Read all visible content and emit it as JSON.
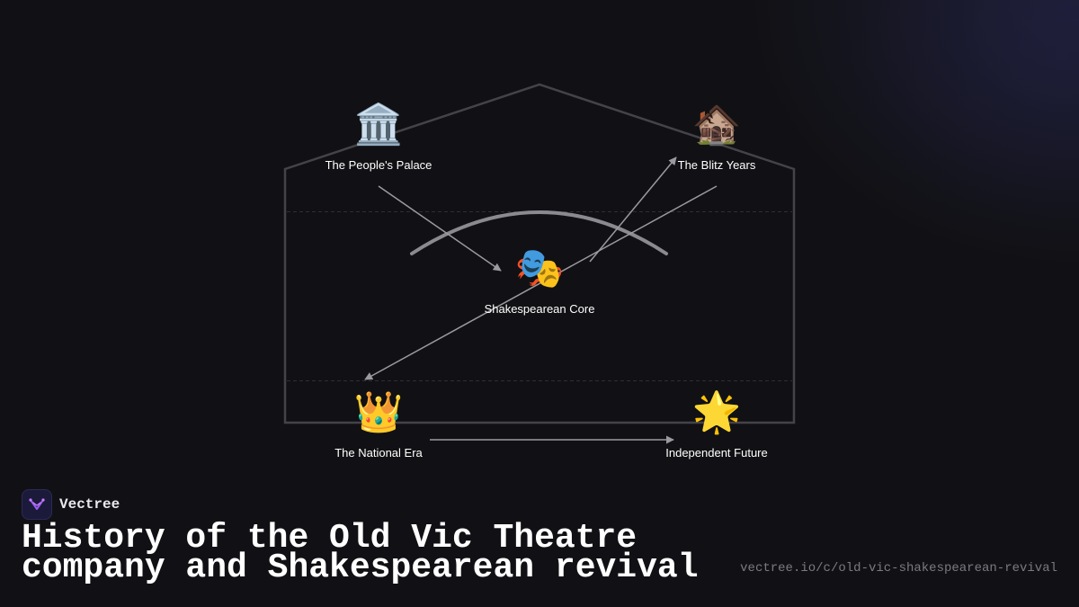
{
  "brand": {
    "name": "Vectree"
  },
  "title_lines": [
    "History of the Old Vic Theatre",
    "company and Shakespearean revival"
  ],
  "url": "vectree.io/c/old-vic-shakespearean-revival",
  "colors": {
    "background": "#111115",
    "house_outline": "#444448",
    "arrow": "#9a9aa0",
    "arc": "#8a8a90",
    "logo_accent": "#9b5cf5"
  },
  "nodes": {
    "palace": {
      "label": "The People's Palace",
      "icon": "classical-building-icon",
      "glyph": "🏛️"
    },
    "blitz": {
      "label": "The Blitz Years",
      "icon": "derelict-house-icon",
      "glyph": "🏚️"
    },
    "core": {
      "label": "Shakespearean Core",
      "icon": "performing-arts-icon",
      "glyph": "🎭"
    },
    "national": {
      "label": "The National Era",
      "icon": "crown-icon",
      "glyph": "👑"
    },
    "future": {
      "label": "Independent Future",
      "icon": "glowing-star-icon",
      "glyph": "🌟"
    }
  },
  "edges": [
    {
      "from": "palace",
      "to": "core"
    },
    {
      "from": "core",
      "to": "blitz"
    },
    {
      "from": "blitz",
      "to": "national"
    },
    {
      "from": "national",
      "to": "future"
    }
  ]
}
